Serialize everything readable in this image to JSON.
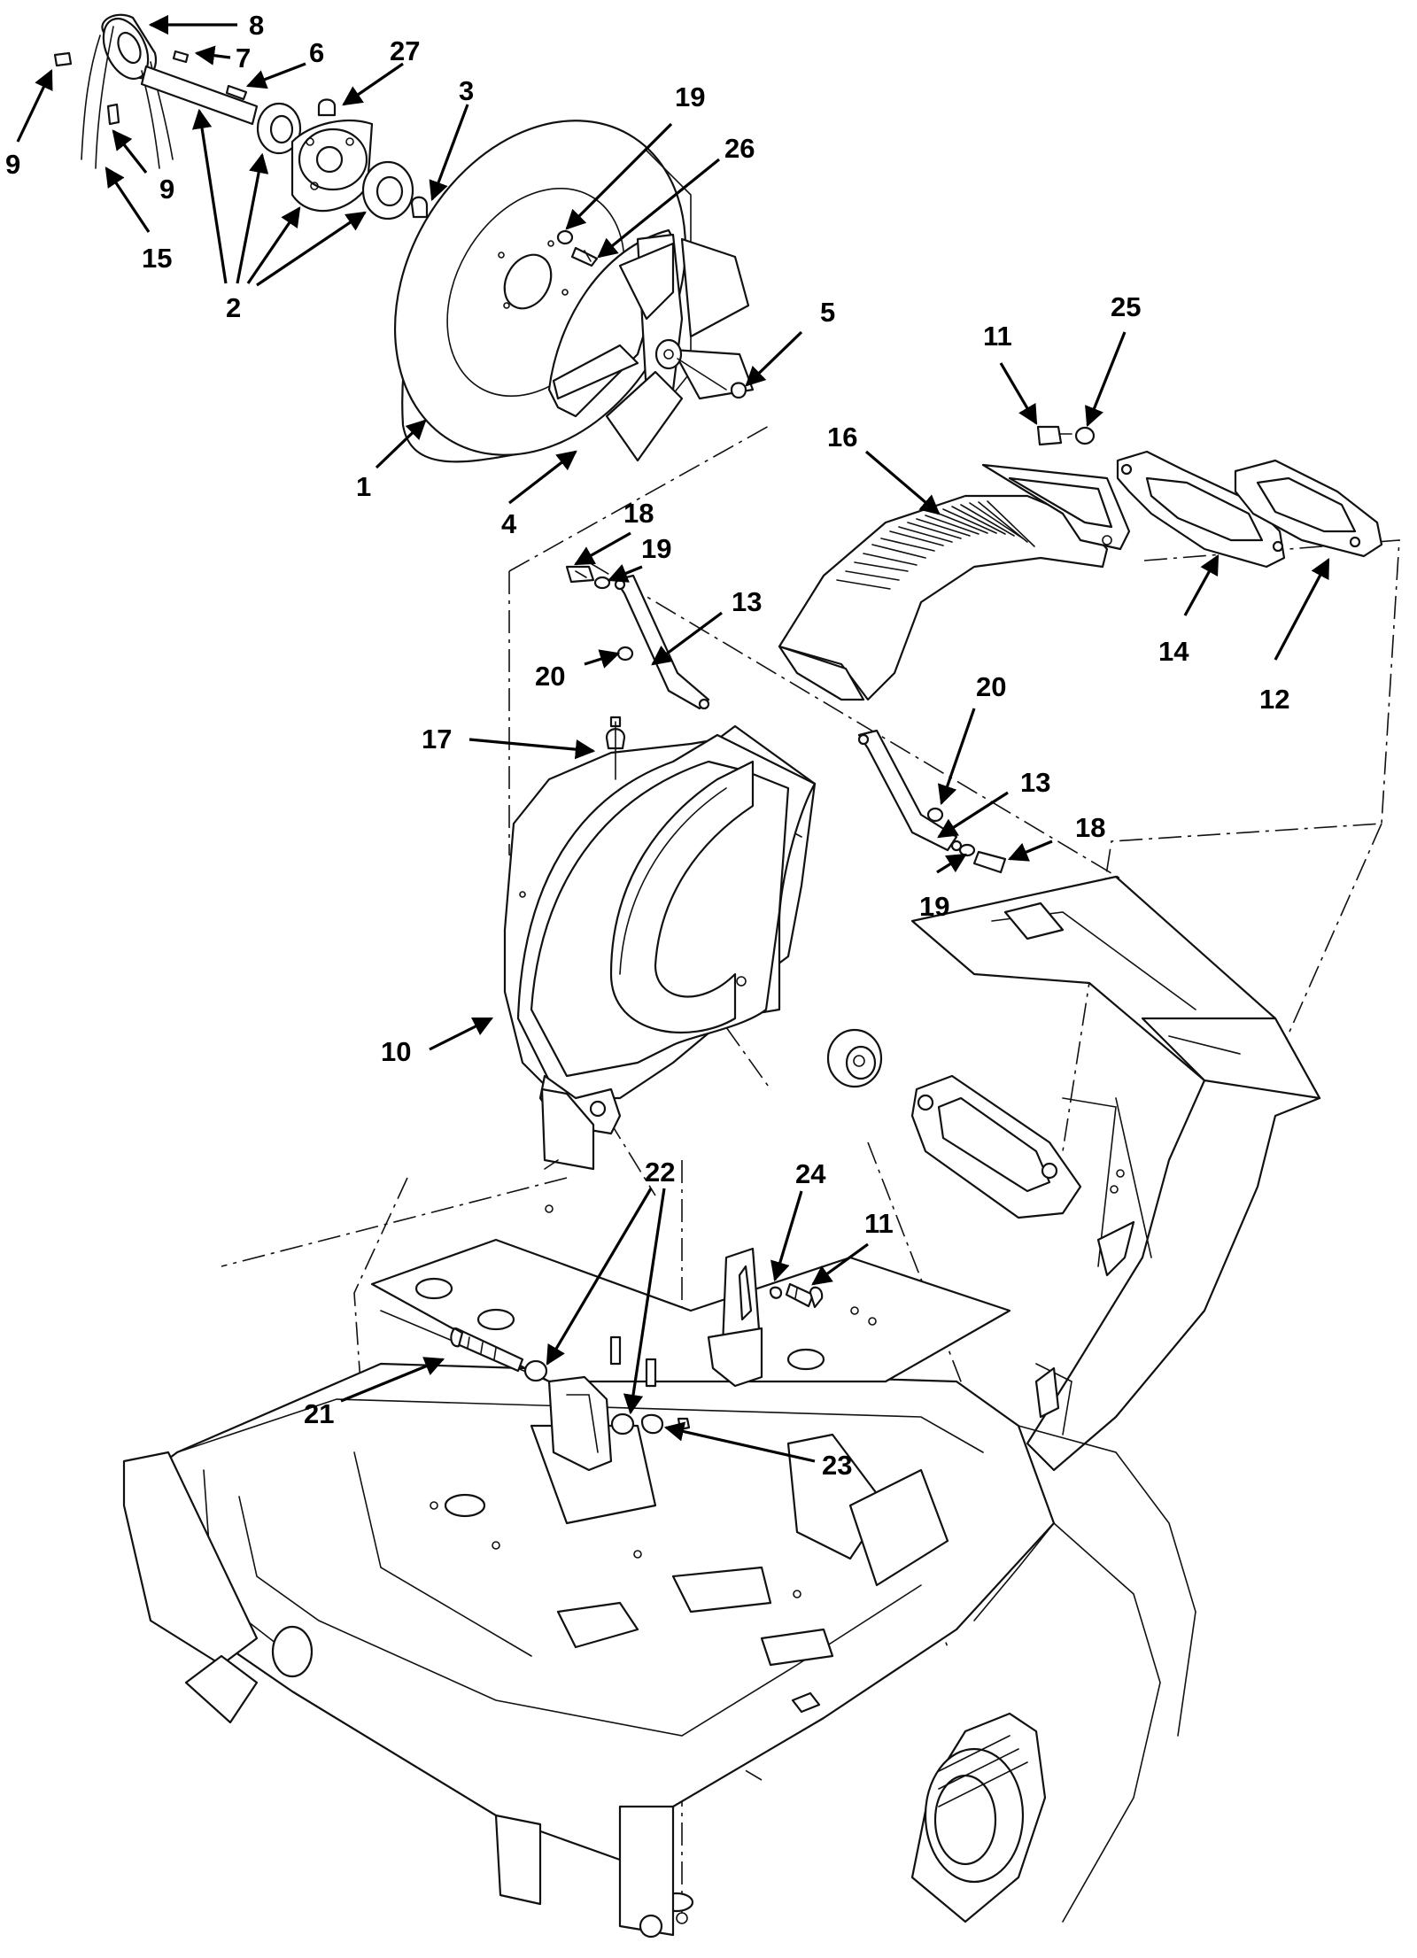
{
  "figure": {
    "kind": "exploded parts diagram"
  },
  "callouts": [
    {
      "label": "8"
    },
    {
      "label": "7"
    },
    {
      "label": "6"
    },
    {
      "label": "27"
    },
    {
      "label": "3"
    },
    {
      "label": "9"
    },
    {
      "label": "9"
    },
    {
      "label": "15"
    },
    {
      "label": "2"
    },
    {
      "label": "19"
    },
    {
      "label": "26"
    },
    {
      "label": "5"
    },
    {
      "label": "1"
    },
    {
      "label": "4"
    },
    {
      "label": "11"
    },
    {
      "label": "25"
    },
    {
      "label": "16"
    },
    {
      "label": "18"
    },
    {
      "label": "19"
    },
    {
      "label": "13"
    },
    {
      "label": "20"
    },
    {
      "label": "14"
    },
    {
      "label": "12"
    },
    {
      "label": "17"
    },
    {
      "label": "20"
    },
    {
      "label": "13"
    },
    {
      "label": "18"
    },
    {
      "label": "19"
    },
    {
      "label": "10"
    },
    {
      "label": "22"
    },
    {
      "label": "24"
    },
    {
      "label": "11"
    },
    {
      "label": "21"
    },
    {
      "label": "23"
    }
  ],
  "colors": {
    "ink": "#111111",
    "paper": "#ffffff"
  }
}
